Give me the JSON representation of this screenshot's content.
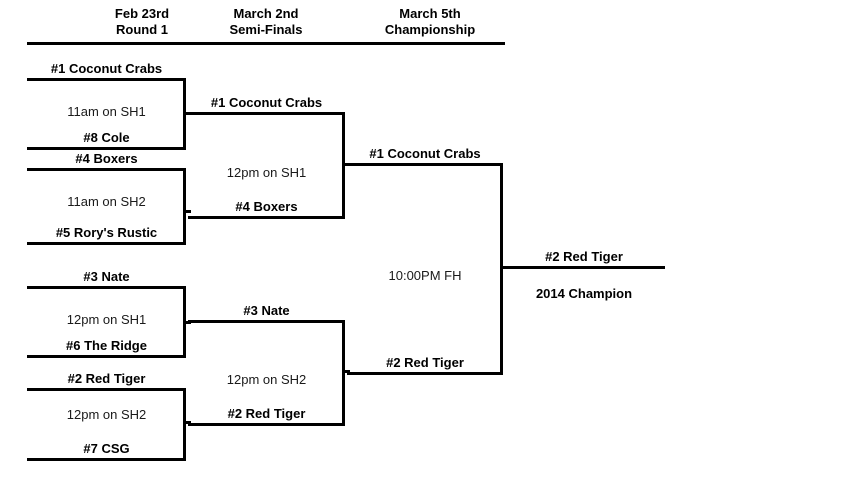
{
  "header": {
    "columns": [
      {
        "date": "Feb 23rd",
        "round": "Round 1"
      },
      {
        "date": "March 2nd",
        "round": "Semi-Finals"
      },
      {
        "date": "March 5th",
        "round": "Championship"
      }
    ]
  },
  "round1": {
    "matches": [
      {
        "top_team": "#1 Coconut Crabs",
        "time": "11am on SH1",
        "bottom_team": "#8 Cole"
      },
      {
        "top_team": "#4 Boxers",
        "time": "11am on SH2",
        "bottom_team": "#5 Rory's Rustic"
      },
      {
        "top_team": "#3 Nate",
        "time": "12pm on SH1",
        "bottom_team": "#6 The Ridge"
      },
      {
        "top_team": "#2 Red Tiger",
        "time": "12pm on SH2",
        "bottom_team": "#7 CSG"
      }
    ]
  },
  "semifinals": {
    "matches": [
      {
        "top_team": "#1 Coconut Crabs",
        "time": "12pm on SH1",
        "bottom_team": "#4 Boxers"
      },
      {
        "top_team": "#3 Nate",
        "time": "12pm on SH2",
        "bottom_team": "#2 Red Tiger"
      }
    ]
  },
  "championship": {
    "match": {
      "top_team": "#1 Coconut Crabs",
      "time": "10:00PM FH",
      "bottom_team": "#2 Red Tiger"
    }
  },
  "champion": {
    "team": "#2 Red Tiger",
    "title": "2014 Champion"
  },
  "colors": {
    "line": "#000000",
    "text": "#000000",
    "background": "#ffffff"
  }
}
